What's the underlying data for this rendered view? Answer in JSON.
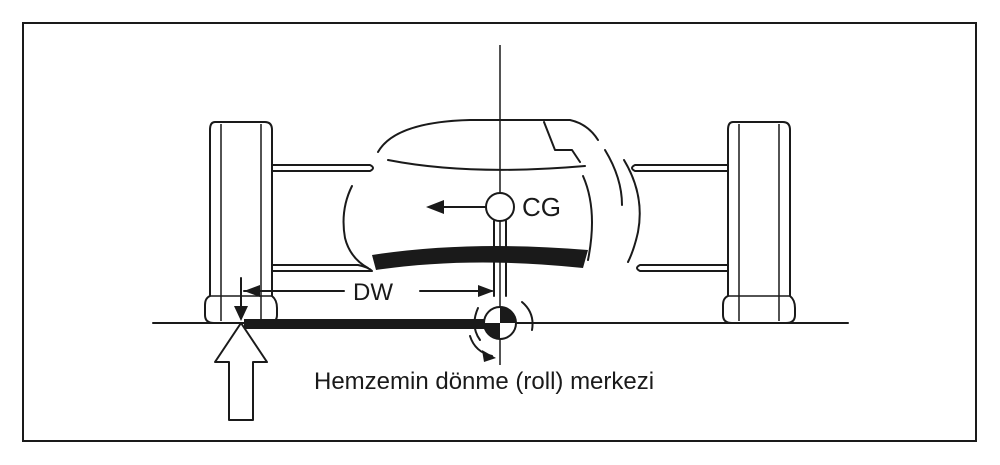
{
  "labels": {
    "cg": "CG",
    "dw": "DW",
    "caption": "Hemzemin dönme (roll) merkezi"
  }
}
